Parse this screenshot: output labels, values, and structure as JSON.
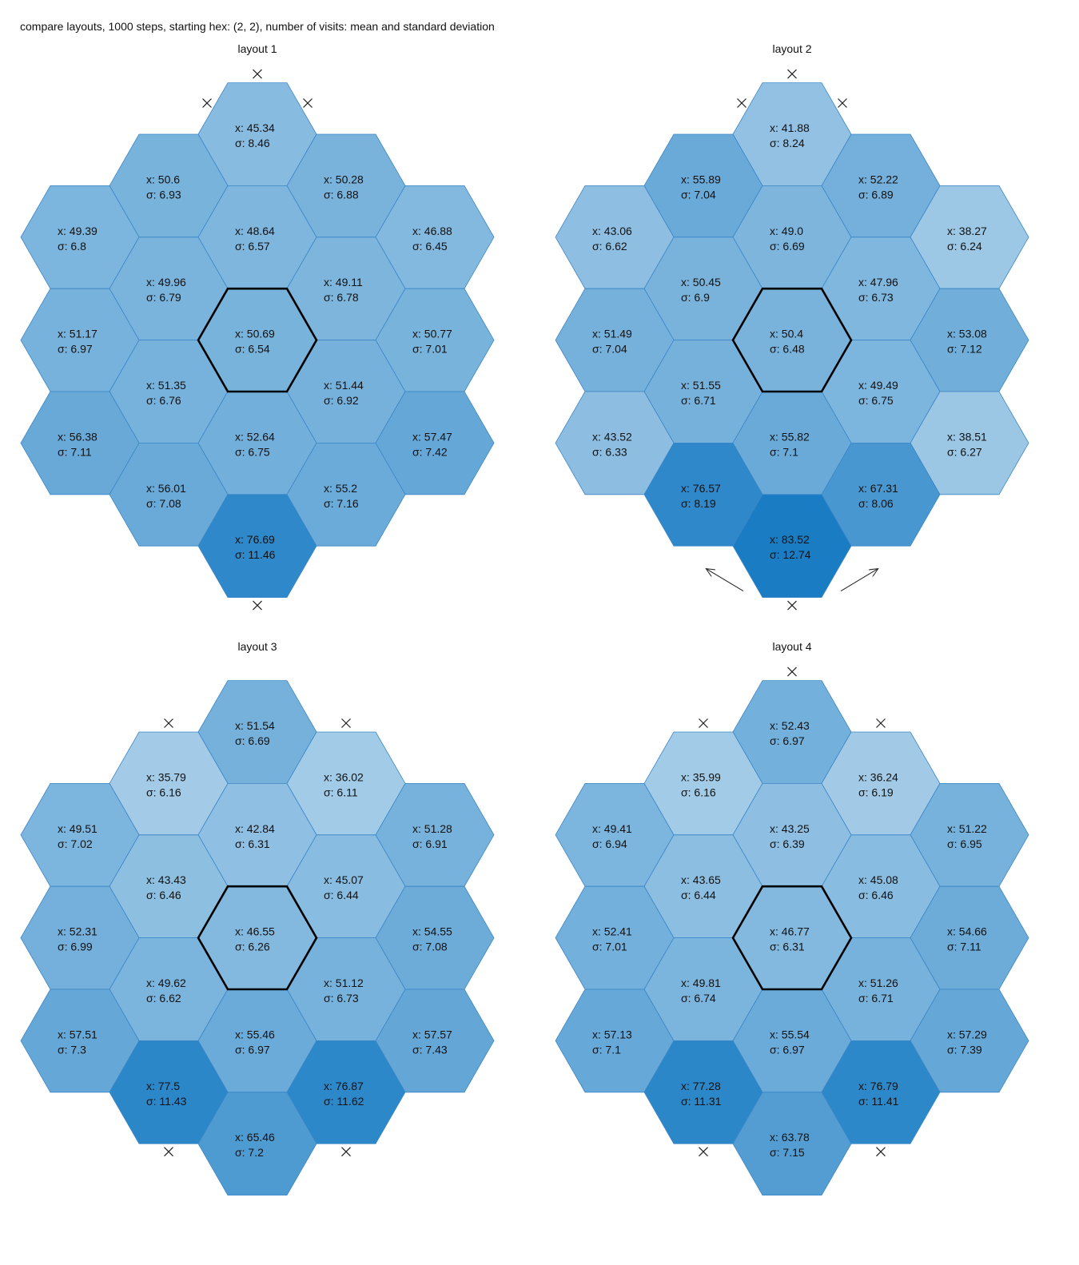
{
  "title": "compare layouts, 1000 steps, starting hex: (2, 2), number of visits: mean and standard deviation",
  "labels": {
    "mean_prefix": "x: ",
    "sd_prefix": "σ: "
  },
  "colors": {
    "hex_border": "#3b86c7",
    "start_outline": "#000000",
    "marker": "#222222",
    "scale_light": "#a3cbe7",
    "scale_dark": "#1a7dc4"
  },
  "scale": {
    "min_mean": 35.79,
    "max_mean": 83.52
  },
  "start_hex": [
    2,
    2
  ],
  "layouts": [
    {
      "title": "layout 1",
      "hexes": [
        {
          "q": 0,
          "r": 0,
          "mean": "45.34",
          "sd": "8.46"
        },
        {
          "q": 0,
          "r": 1,
          "mean": "50.6",
          "sd": "6.93"
        },
        {
          "q": 1,
          "r": 0,
          "mean": "50.28",
          "sd": "6.88"
        },
        {
          "q": 0,
          "r": 2,
          "mean": "49.39",
          "sd": "6.8"
        },
        {
          "q": 1,
          "r": 1,
          "mean": "48.64",
          "sd": "6.57"
        },
        {
          "q": 2,
          "r": 0,
          "mean": "46.88",
          "sd": "6.45"
        },
        {
          "q": 1,
          "r": 2,
          "mean": "49.96",
          "sd": "6.79"
        },
        {
          "q": 2,
          "r": 1,
          "mean": "49.11",
          "sd": "6.78"
        },
        {
          "q": 1,
          "r": 3,
          "mean": "51.17",
          "sd": "6.97"
        },
        {
          "q": 2,
          "r": 2,
          "mean": "50.69",
          "sd": "6.54"
        },
        {
          "q": 3,
          "r": 1,
          "mean": "50.77",
          "sd": "7.01"
        },
        {
          "q": 2,
          "r": 3,
          "mean": "51.35",
          "sd": "6.76"
        },
        {
          "q": 3,
          "r": 2,
          "mean": "51.44",
          "sd": "6.92"
        },
        {
          "q": 2,
          "r": 4,
          "mean": "56.38",
          "sd": "7.11"
        },
        {
          "q": 3,
          "r": 3,
          "mean": "52.64",
          "sd": "6.75"
        },
        {
          "q": 4,
          "r": 2,
          "mean": "57.47",
          "sd": "7.42"
        },
        {
          "q": 3,
          "r": 4,
          "mean": "56.01",
          "sd": "7.08"
        },
        {
          "q": 4,
          "r": 3,
          "mean": "55.2",
          "sd": "7.16"
        },
        {
          "q": 4,
          "r": 4,
          "mean": "76.69",
          "sd": "11.46"
        }
      ],
      "exits": [
        {
          "q": 0,
          "r": 0,
          "side": "top"
        },
        {
          "q": 0,
          "r": 0,
          "side": "upper-left"
        },
        {
          "q": 0,
          "r": 0,
          "side": "upper-right"
        },
        {
          "q": 4,
          "r": 4,
          "side": "bottom"
        }
      ],
      "arrows": []
    },
    {
      "title": "layout 2",
      "hexes": [
        {
          "q": 0,
          "r": 0,
          "mean": "41.88",
          "sd": "8.24"
        },
        {
          "q": 0,
          "r": 1,
          "mean": "55.89",
          "sd": "7.04"
        },
        {
          "q": 1,
          "r": 0,
          "mean": "52.22",
          "sd": "6.89"
        },
        {
          "q": 0,
          "r": 2,
          "mean": "43.06",
          "sd": "6.62"
        },
        {
          "q": 1,
          "r": 1,
          "mean": "49.0",
          "sd": "6.69"
        },
        {
          "q": 2,
          "r": 0,
          "mean": "38.27",
          "sd": "6.24"
        },
        {
          "q": 1,
          "r": 2,
          "mean": "50.45",
          "sd": "6.9"
        },
        {
          "q": 2,
          "r": 1,
          "mean": "47.96",
          "sd": "6.73"
        },
        {
          "q": 1,
          "r": 3,
          "mean": "51.49",
          "sd": "7.04"
        },
        {
          "q": 2,
          "r": 2,
          "mean": "50.4",
          "sd": "6.48"
        },
        {
          "q": 3,
          "r": 1,
          "mean": "53.08",
          "sd": "7.12"
        },
        {
          "q": 2,
          "r": 3,
          "mean": "51.55",
          "sd": "6.71"
        },
        {
          "q": 3,
          "r": 2,
          "mean": "49.49",
          "sd": "6.75"
        },
        {
          "q": 2,
          "r": 4,
          "mean": "43.52",
          "sd": "6.33"
        },
        {
          "q": 3,
          "r": 3,
          "mean": "55.82",
          "sd": "7.1"
        },
        {
          "q": 4,
          "r": 2,
          "mean": "38.51",
          "sd": "6.27"
        },
        {
          "q": 3,
          "r": 4,
          "mean": "76.57",
          "sd": "8.19"
        },
        {
          "q": 4,
          "r": 3,
          "mean": "67.31",
          "sd": "8.06"
        },
        {
          "q": 4,
          "r": 4,
          "mean": "83.52",
          "sd": "12.74"
        }
      ],
      "exits": [
        {
          "q": 0,
          "r": 0,
          "side": "top"
        },
        {
          "q": 0,
          "r": 0,
          "side": "upper-left"
        },
        {
          "q": 0,
          "r": 0,
          "side": "upper-right"
        },
        {
          "q": 4,
          "r": 4,
          "side": "bottom"
        }
      ],
      "arrows": [
        {
          "from_q": 4,
          "from_r": 4,
          "to_q": 3,
          "to_r": 4
        },
        {
          "from_q": 4,
          "from_r": 4,
          "to_q": 4,
          "to_r": 3
        }
      ]
    },
    {
      "title": "layout 3",
      "hexes": [
        {
          "q": 0,
          "r": 0,
          "mean": "51.54",
          "sd": "6.69"
        },
        {
          "q": 0,
          "r": 1,
          "mean": "35.79",
          "sd": "6.16"
        },
        {
          "q": 1,
          "r": 0,
          "mean": "36.02",
          "sd": "6.11"
        },
        {
          "q": 0,
          "r": 2,
          "mean": "49.51",
          "sd": "7.02"
        },
        {
          "q": 1,
          "r": 1,
          "mean": "42.84",
          "sd": "6.31"
        },
        {
          "q": 2,
          "r": 0,
          "mean": "51.28",
          "sd": "6.91"
        },
        {
          "q": 1,
          "r": 2,
          "mean": "43.43",
          "sd": "6.46"
        },
        {
          "q": 2,
          "r": 1,
          "mean": "45.07",
          "sd": "6.44"
        },
        {
          "q": 1,
          "r": 3,
          "mean": "52.31",
          "sd": "6.99"
        },
        {
          "q": 2,
          "r": 2,
          "mean": "46.55",
          "sd": "6.26"
        },
        {
          "q": 3,
          "r": 1,
          "mean": "54.55",
          "sd": "7.08"
        },
        {
          "q": 2,
          "r": 3,
          "mean": "49.62",
          "sd": "6.62"
        },
        {
          "q": 3,
          "r": 2,
          "mean": "51.12",
          "sd": "6.73"
        },
        {
          "q": 2,
          "r": 4,
          "mean": "57.51",
          "sd": "7.3"
        },
        {
          "q": 3,
          "r": 3,
          "mean": "55.46",
          "sd": "6.97"
        },
        {
          "q": 4,
          "r": 2,
          "mean": "57.57",
          "sd": "7.43"
        },
        {
          "q": 3,
          "r": 4,
          "mean": "77.5",
          "sd": "11.43"
        },
        {
          "q": 4,
          "r": 3,
          "mean": "76.87",
          "sd": "11.62"
        },
        {
          "q": 4,
          "r": 4,
          "mean": "65.46",
          "sd": "7.2"
        }
      ],
      "exits": [
        {
          "q": 0,
          "r": 1,
          "side": "top"
        },
        {
          "q": 1,
          "r": 0,
          "side": "top"
        },
        {
          "q": 3,
          "r": 4,
          "side": "bottom"
        },
        {
          "q": 4,
          "r": 3,
          "side": "bottom"
        }
      ],
      "arrows": []
    },
    {
      "title": "layout 4",
      "hexes": [
        {
          "q": 0,
          "r": 0,
          "mean": "52.43",
          "sd": "6.97"
        },
        {
          "q": 0,
          "r": 1,
          "mean": "35.99",
          "sd": "6.16"
        },
        {
          "q": 1,
          "r": 0,
          "mean": "36.24",
          "sd": "6.19"
        },
        {
          "q": 0,
          "r": 2,
          "mean": "49.41",
          "sd": "6.94"
        },
        {
          "q": 1,
          "r": 1,
          "mean": "43.25",
          "sd": "6.39"
        },
        {
          "q": 2,
          "r": 0,
          "mean": "51.22",
          "sd": "6.95"
        },
        {
          "q": 1,
          "r": 2,
          "mean": "43.65",
          "sd": "6.44"
        },
        {
          "q": 2,
          "r": 1,
          "mean": "45.08",
          "sd": "6.46"
        },
        {
          "q": 1,
          "r": 3,
          "mean": "52.41",
          "sd": "7.01"
        },
        {
          "q": 2,
          "r": 2,
          "mean": "46.77",
          "sd": "6.31"
        },
        {
          "q": 3,
          "r": 1,
          "mean": "54.66",
          "sd": "7.11"
        },
        {
          "q": 2,
          "r": 3,
          "mean": "49.81",
          "sd": "6.74"
        },
        {
          "q": 3,
          "r": 2,
          "mean": "51.26",
          "sd": "6.71"
        },
        {
          "q": 2,
          "r": 4,
          "mean": "57.13",
          "sd": "7.1"
        },
        {
          "q": 3,
          "r": 3,
          "mean": "55.54",
          "sd": "6.97"
        },
        {
          "q": 4,
          "r": 2,
          "mean": "57.29",
          "sd": "7.39"
        },
        {
          "q": 3,
          "r": 4,
          "mean": "77.28",
          "sd": "11.31"
        },
        {
          "q": 4,
          "r": 3,
          "mean": "76.79",
          "sd": "11.41"
        },
        {
          "q": 4,
          "r": 4,
          "mean": "63.78",
          "sd": "7.15"
        }
      ],
      "exits": [
        {
          "q": 0,
          "r": 0,
          "side": "top"
        },
        {
          "q": 0,
          "r": 1,
          "side": "top"
        },
        {
          "q": 1,
          "r": 0,
          "side": "top"
        },
        {
          "q": 3,
          "r": 4,
          "side": "bottom"
        },
        {
          "q": 4,
          "r": 3,
          "side": "bottom"
        }
      ],
      "arrows": []
    }
  ]
}
